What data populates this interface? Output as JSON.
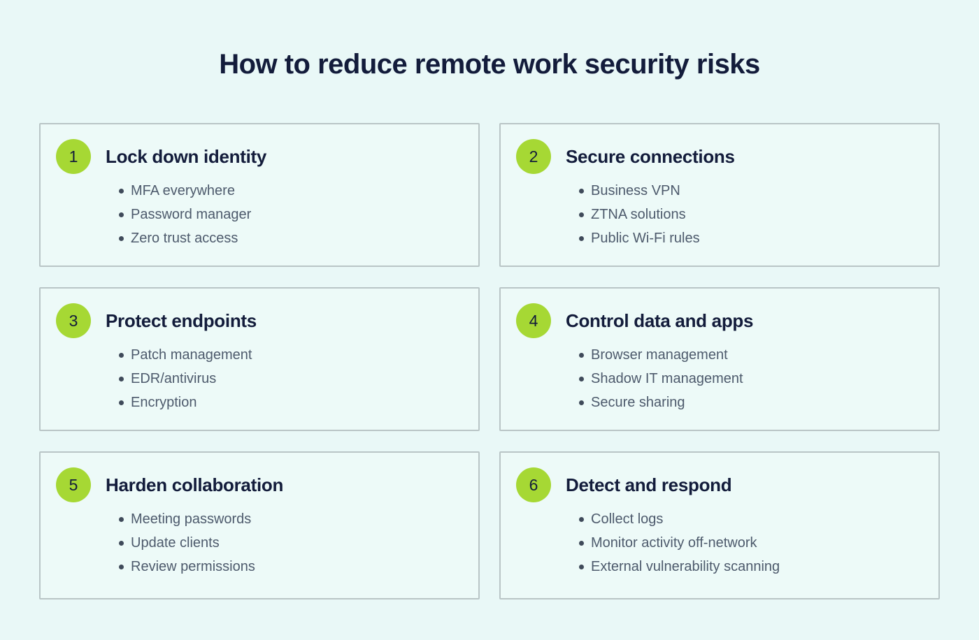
{
  "page": {
    "title": "How to reduce remote work security risks",
    "colors": {
      "background": "#e9f8f7",
      "card_background": "#edfaf8",
      "card_border": "#b9c5c6",
      "accent_green": "#a6d834",
      "heading_text": "#131c3b",
      "body_text": "#4d5a6c"
    }
  },
  "cards": [
    {
      "number": "1",
      "title": "Lock down identity",
      "items": [
        "MFA everywhere",
        "Password manager",
        "Zero trust access"
      ]
    },
    {
      "number": "2",
      "title": "Secure connections",
      "items": [
        "Business VPN",
        "ZTNA solutions",
        "Public Wi-Fi rules"
      ]
    },
    {
      "number": "3",
      "title": "Protect endpoints",
      "items": [
        "Patch management",
        "EDR/antivirus",
        "Encryption"
      ]
    },
    {
      "number": "4",
      "title": "Control data and apps",
      "items": [
        "Browser management",
        "Shadow IT management",
        "Secure sharing"
      ]
    },
    {
      "number": "5",
      "title": "Harden collaboration",
      "items": [
        "Meeting passwords",
        "Update clients",
        "Review permissions"
      ]
    },
    {
      "number": "6",
      "title": "Detect and respond",
      "items": [
        "Collect logs",
        "Monitor activity off-network",
        "External vulnerability scanning"
      ]
    }
  ]
}
